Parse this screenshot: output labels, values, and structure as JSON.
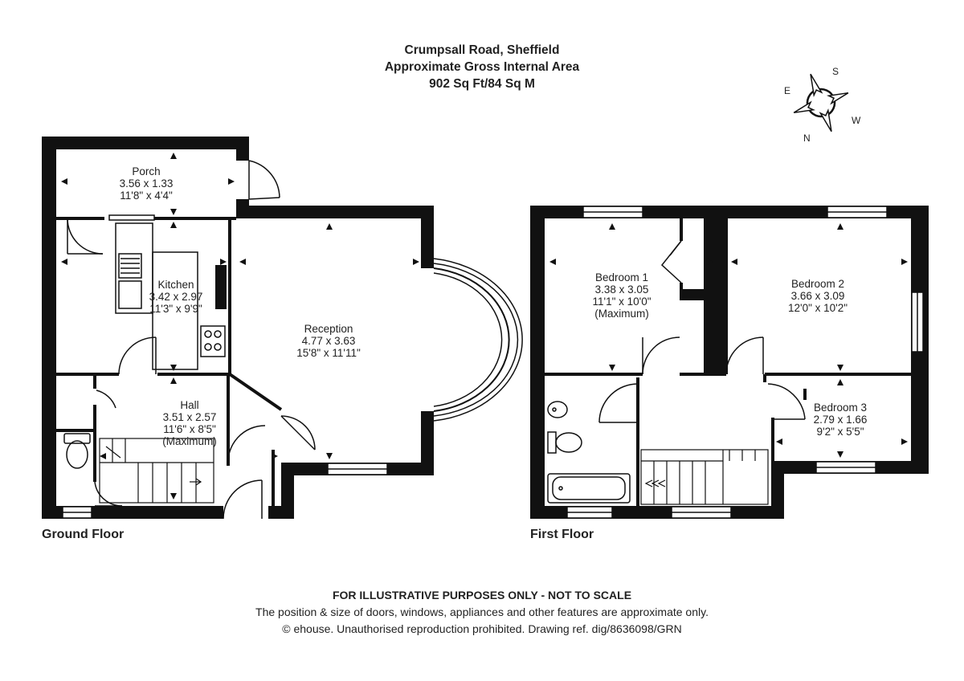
{
  "header": {
    "title": "Crumpsall Road, Sheffield",
    "subtitle": "Approximate Gross Internal Area",
    "area": "902 Sq Ft/84 Sq M"
  },
  "compass": {
    "north": "N",
    "south": "S",
    "east": "E",
    "west": "W"
  },
  "floors": {
    "ground": {
      "label": "Ground Floor",
      "porch": {
        "name": "Porch",
        "metric": "3.56 x 1.33",
        "imperial": "11'8\" x 4'4\""
      },
      "kitchen": {
        "name": "Kitchen",
        "metric": "3.42 x 2.97",
        "imperial": "11'3\" x 9'9\""
      },
      "reception": {
        "name": "Reception",
        "metric": "4.77 x 3.63",
        "imperial": "15'8\" x 11'11\""
      },
      "hall": {
        "name": "Hall",
        "metric": "3.51 x 2.57",
        "imperial": "11'6\" x 8'5\"",
        "note": "(Maximum)"
      }
    },
    "first": {
      "label": "First Floor",
      "bedroom1": {
        "name": "Bedroom 1",
        "metric": "3.38 x 3.05",
        "imperial": "11'1\" x 10'0\"",
        "note": "(Maximum)"
      },
      "bedroom2": {
        "name": "Bedroom 2",
        "metric": "3.66 x 3.09",
        "imperial": "12'0\" x 10'2\""
      },
      "bedroom3": {
        "name": "Bedroom 3",
        "metric": "2.79 x 1.66",
        "imperial": "9'2\" x 5'5\""
      }
    }
  },
  "footer": {
    "disclaimer": "FOR ILLUSTRATIVE PURPOSES ONLY - NOT TO SCALE",
    "note": "The position & size of doors, windows, appliances and other features are approximate only.",
    "copyright": "© ehouse. Unauthorised reproduction prohibited. Drawing ref. dig/8636098/GRN"
  }
}
